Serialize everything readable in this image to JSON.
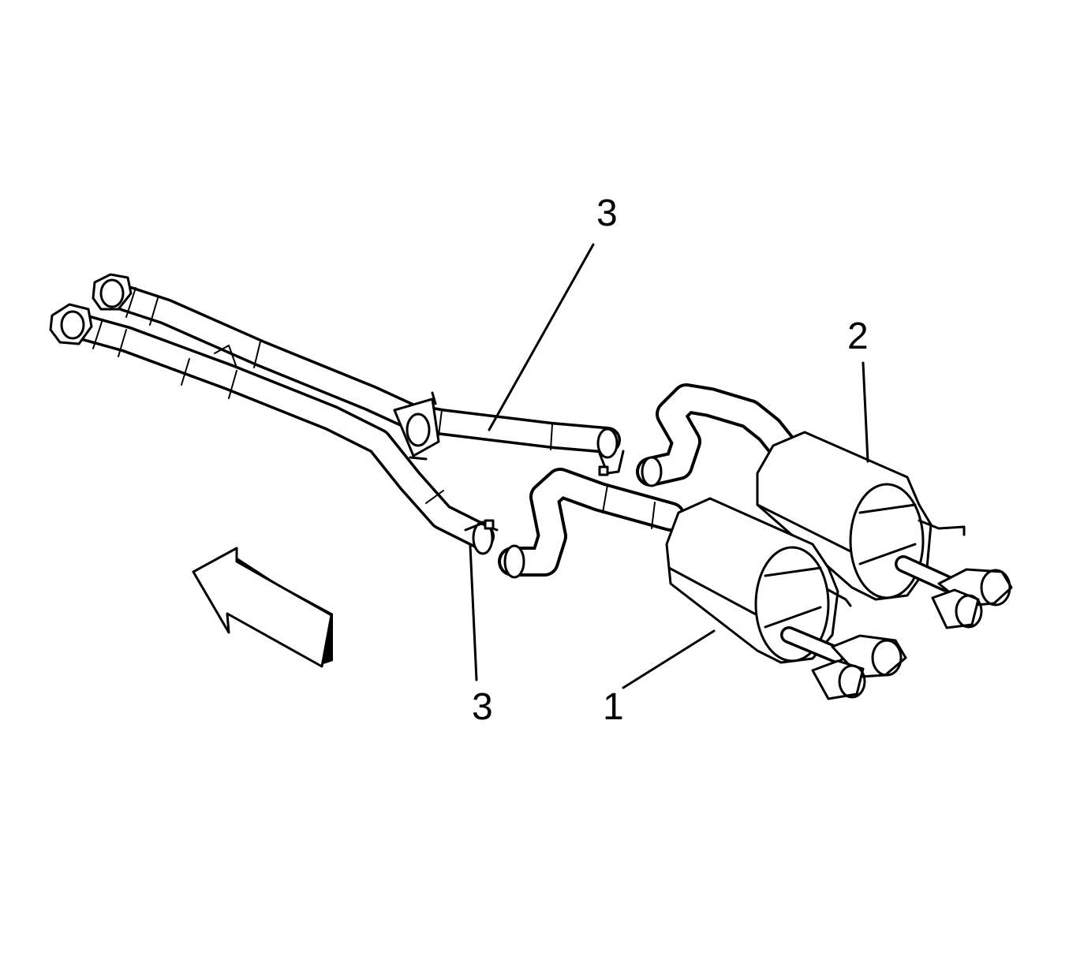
{
  "callouts": {
    "label_1": "1",
    "label_2": "2",
    "label_3_top": "3",
    "label_3_bottom": "3"
  },
  "colors": {
    "line": "#000000",
    "background": "#ffffff"
  },
  "icons": {
    "direction_arrow": "arrow-front-of-vehicle-icon"
  }
}
